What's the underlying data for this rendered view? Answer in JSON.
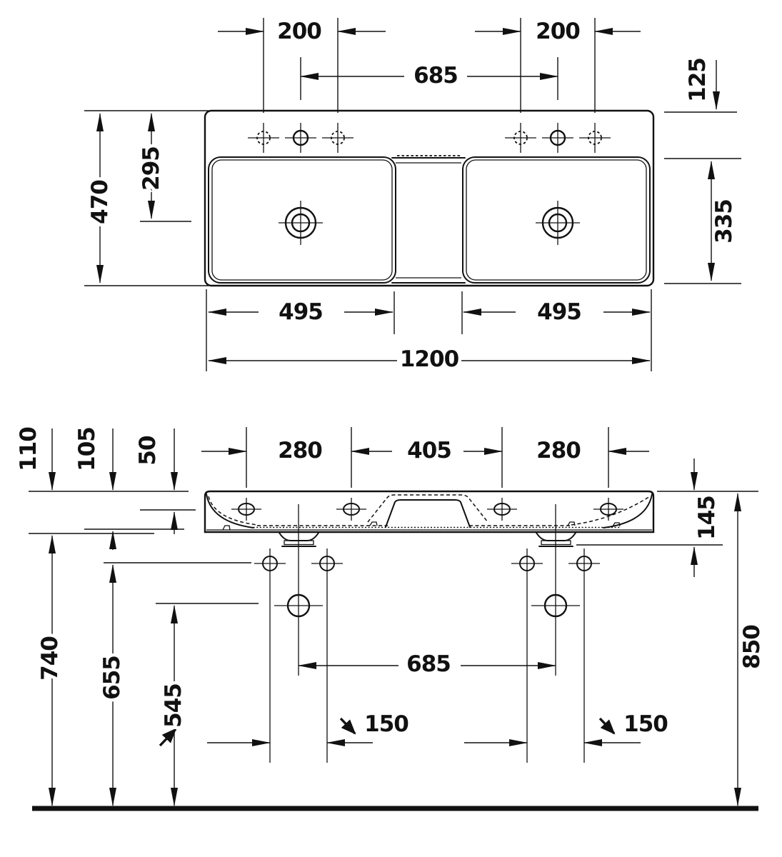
{
  "meta": {
    "drawing_type": "washbasin technical dimension drawing",
    "views": [
      "top view",
      "front view"
    ],
    "units": "mm",
    "colors": {
      "line": "#111111",
      "background": "#ffffff"
    }
  },
  "top_view": {
    "hole_spacing_left": "200",
    "hole_spacing_right": "200",
    "tap_distance": "685",
    "rear_offset": "125",
    "total_depth": "470",
    "rear_to_drain": "295",
    "bowl_depth": "335",
    "bowl_width_left": "495",
    "bowl_width_right": "495",
    "total_width": "1200"
  },
  "front_view": {
    "side_drop": "110",
    "front_drop": "105",
    "apron_height": "50",
    "hole_spacing_left": "280",
    "hole_gap_center": "405",
    "hole_spacing_right": "280",
    "rim_to_outlet": "145",
    "drain_spacing": "685",
    "fixing_spacing_left": "150",
    "fixing_spacing_right": "150",
    "floor_to_bottom": "740",
    "floor_to_fixings": "655",
    "floor_to_drain": "545",
    "install_height": "850"
  }
}
